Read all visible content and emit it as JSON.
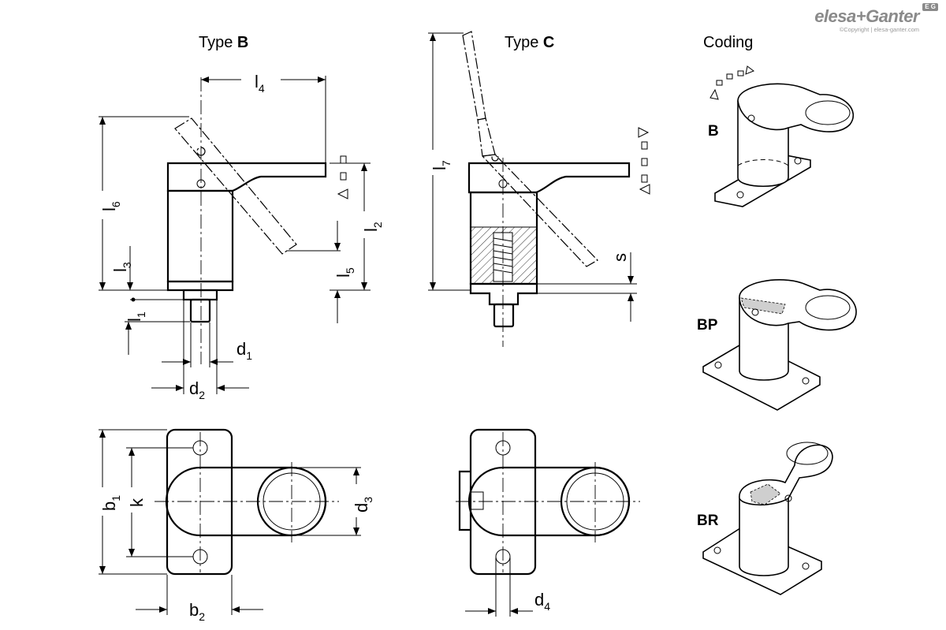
{
  "brand": {
    "logo_text": "elesa+Ganter",
    "badge": "E G",
    "copyright": "©Copyright | elesa-ganter.com"
  },
  "headers": {
    "type_b_prefix": "Type ",
    "type_b_letter": "B",
    "type_c_prefix": "Type ",
    "type_c_letter": "C",
    "coding": "Coding"
  },
  "dimensions": {
    "l4": {
      "base": "l",
      "sub": "4"
    },
    "l6": {
      "base": "l",
      "sub": "6"
    },
    "l3": {
      "base": "l",
      "sub": "3"
    },
    "l1": {
      "base": "l",
      "sub": "1"
    },
    "l2": {
      "base": "l",
      "sub": "2"
    },
    "l5": {
      "base": "l",
      "sub": "5"
    },
    "l7": {
      "base": "l",
      "sub": "7"
    },
    "d1": {
      "base": "d",
      "sub": "1"
    },
    "d2": {
      "base": "d",
      "sub": "2"
    },
    "d3": {
      "base": "d",
      "sub": "3"
    },
    "d4": {
      "base": "d",
      "sub": "4"
    },
    "b1": {
      "base": "b",
      "sub": "1"
    },
    "b2": {
      "base": "b",
      "sub": "2"
    },
    "k": "k",
    "s": "s"
  },
  "codings": [
    "B",
    "BP",
    "BR"
  ]
}
